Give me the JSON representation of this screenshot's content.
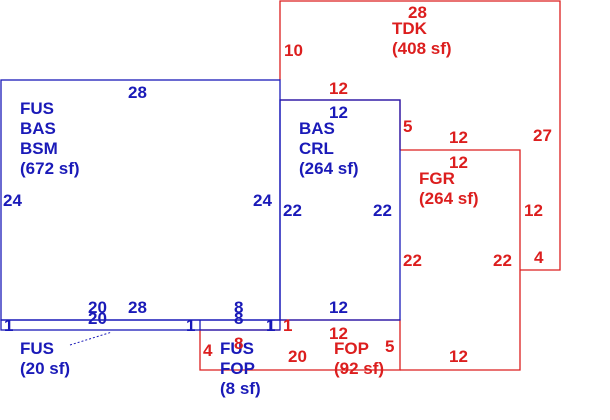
{
  "colors": {
    "blue": "#1a1ab8",
    "red": "#dc1e1e",
    "background": "#ffffff"
  },
  "areas": {
    "bsm": [
      "FUS",
      "BAS",
      "BSM",
      "(672 sf)"
    ],
    "crl": [
      "BAS",
      "CRL",
      "(264 sf)"
    ],
    "tdk": [
      "TDK",
      "(408 sf)"
    ],
    "fgr": [
      "FGR",
      "(264 sf)"
    ],
    "fus_small": [
      "FUS",
      "(20 sf)"
    ],
    "fus_fop": [
      "FUS",
      "FOP",
      "(8 sf)"
    ],
    "fop": [
      "FOP",
      "(92 sf)"
    ]
  },
  "dimensions": {
    "bsm_top": "28",
    "bsm_left": "24",
    "bsm_right": "24",
    "bsm_bottom_a": "20",
    "bsm_bottom_b": "28",
    "bsm_bottom_c": "8",
    "fus_strip_left": "1",
    "fus_strip_mid": "1",
    "fus_strip_bottom": "20",
    "fop_strip_top": "8",
    "fop_strip_bottom": "8",
    "fop_strip_right": "1",
    "crl_top": "12",
    "crl_left": "22",
    "crl_right": "22",
    "crl_bottom": "12",
    "tdk_top": "28",
    "tdk_left": "10",
    "tdk_mid_top": "12",
    "tdk_step": "5",
    "tdk_right": "27",
    "tdk_bottom": "4",
    "fgr_top_a": "12",
    "fgr_top_b": "12",
    "fgr_left": "22",
    "fgr_right": "22",
    "fgr_edge": "12",
    "fop_top": "12",
    "fop_left": "4",
    "fop_mid": "20",
    "fop_step": "5",
    "fop_bottom": "12",
    "fop_tick": "1"
  }
}
